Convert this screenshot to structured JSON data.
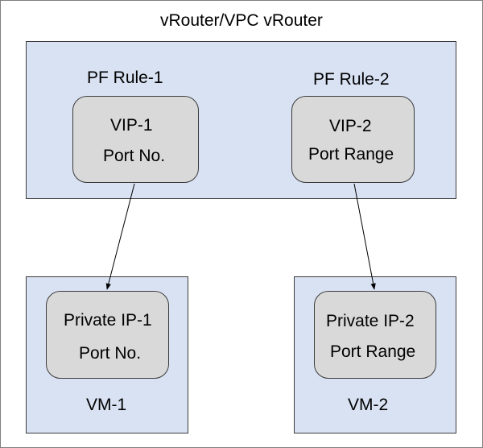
{
  "title": "vRouter/VPC vRouter",
  "rules": [
    {
      "label": "PF Rule-1",
      "vip": "VIP-1",
      "port": "Port No."
    },
    {
      "label": "PF Rule-2",
      "vip": "VIP-2",
      "port": "Port Range"
    }
  ],
  "vms": [
    {
      "label": "VM-1",
      "ip": "Private IP-1",
      "port": "Port No."
    },
    {
      "label": "VM-2",
      "ip": "Private IP-2",
      "port": "Port Range"
    }
  ],
  "colors": {
    "panel_fill": "#d9e2f3",
    "node_fill": "#d9d9d9",
    "stroke": "#3b3b3b",
    "border": "#7f7f7f"
  }
}
